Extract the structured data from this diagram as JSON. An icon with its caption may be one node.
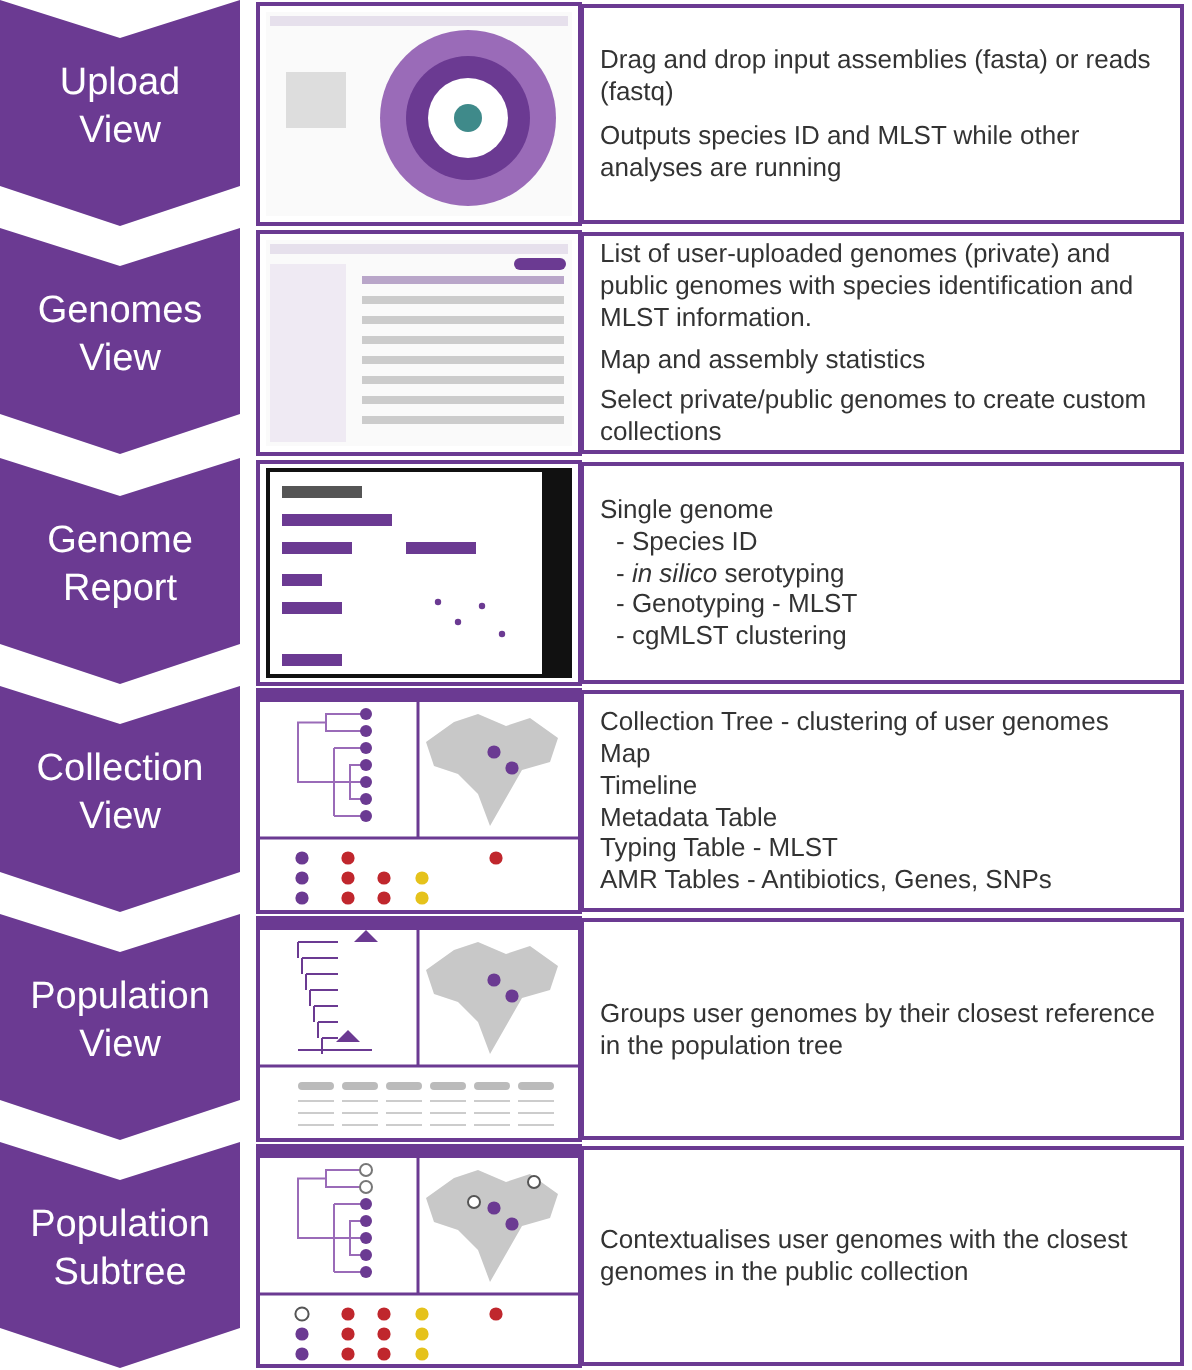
{
  "diagram": {
    "nodes": [
      {
        "text": [
          "Upload View"
        ]
      },
      {
        "text": [
          "Genomes View"
        ]
      },
      {
        "text": [
          "Genome Report"
        ]
      },
      {
        "text": [
          "Collection View"
        ]
      },
      {
        "text": [
          "Population View"
        ]
      },
      {
        "text": [
          "Population Subtree"
        ]
      },
      {
        "text": [
          "Drag and drop input assemblies (fasta) or reads (fastq)",
          "Outputs species ID and MLST while other analyses are running"
        ]
      },
      {
        "text": [
          "List of user-uploaded genomes (private) and public genomes with species identification and MLST information.",
          "Map and assembly statistics",
          "Select private/public genomes to create custom collections"
        ]
      },
      {
        "text": [
          "Single genome",
          "- Species ID",
          "- *in silico* serotyping",
          "- Genotyping - MLST",
          "- cgMLST clustering"
        ]
      },
      {
        "text": [
          "Collection Tree - clustering of user genomes",
          "Map",
          "Timeline",
          "Metadata Table",
          "Typing Table - MLST",
          "AMR Tables - Antibiotics, Genes, SNPs"
        ]
      },
      {
        "text": [
          "Groups user genomes by their closest reference in the population tree"
        ]
      },
      {
        "text": [
          "Contextualises user genomes with the closest genomes in the public collection"
        ]
      }
    ]
  }
}
